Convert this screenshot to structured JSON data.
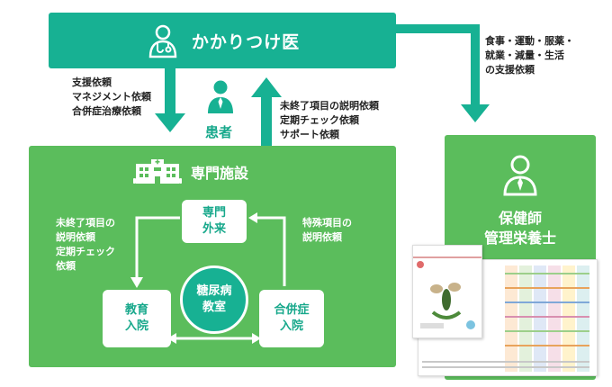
{
  "doctor": {
    "label": "かかりつけ医",
    "icon": "doctor-icon"
  },
  "patient": {
    "label": "患者",
    "icon": "person-icon"
  },
  "hospital": {
    "title": "専門施設",
    "icon": "hospital-building-icon",
    "nodes": {
      "outpatient": [
        "専門",
        "外来"
      ],
      "education": [
        "教育",
        "入院"
      ],
      "complication": [
        "合併症",
        "入院"
      ],
      "diabetes_class": [
        "糖尿病",
        "教室"
      ]
    }
  },
  "nurse": {
    "lines": [
      "保健師",
      "管理栄養士"
    ],
    "icon": "person-tie-icon"
  },
  "notes": {
    "doctor_to_hospital": [
      "支援依頼",
      "マネジメント依頼",
      "合併症治療依頼"
    ],
    "hospital_to_doctor": [
      "未終了項目の説明依頼",
      "定期チェック依頼",
      "サポート依頼"
    ],
    "doctor_to_nurse": [
      "食事・運動・服薬・",
      "就業・減量・生活",
      "の支援依頼"
    ],
    "outpatient_to_education": [
      "未終了項目の",
      "説明依頼",
      "定期チェック",
      "依頼"
    ],
    "complication_to_outpatient": [
      "特殊項目の",
      "説明依頼"
    ]
  },
  "colors": {
    "teal": "#17b193",
    "green": "#5bbd5c",
    "text": "#222222"
  }
}
